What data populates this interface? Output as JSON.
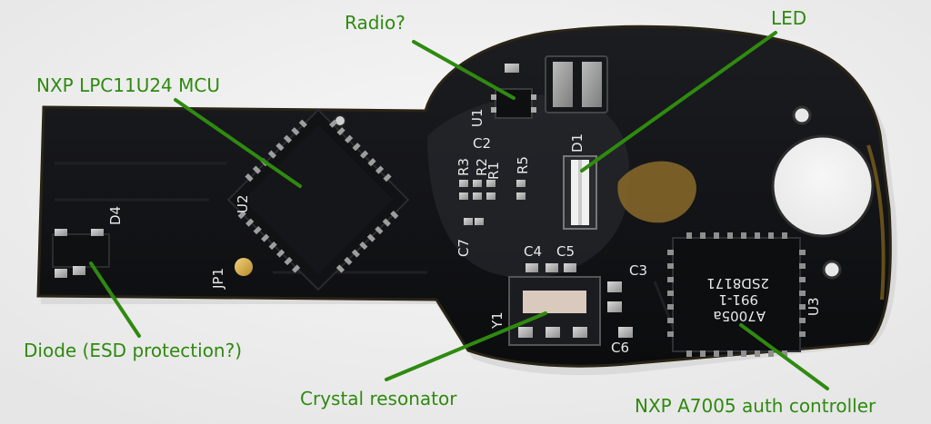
{
  "annotations": {
    "radio": "Radio?",
    "led": "LED",
    "mcu": "NXP LPC11U24 MCU",
    "diode": "Diode (ESD protection?)",
    "crystal": "Crystal resonator",
    "auth": "NXP A7005 auth controller"
  },
  "silkscreen": {
    "u1": "U1",
    "u2": "U2",
    "u3": "U3",
    "c2": "C2",
    "c3": "C3",
    "c4": "C4",
    "c5": "C5",
    "c6": "C6",
    "c7": "C7",
    "r1": "R1",
    "r2": "R2",
    "r3": "R3",
    "r5": "R5",
    "d1": "D1",
    "d4": "D4",
    "y1": "Y1",
    "jp1": "JP1"
  },
  "chip_markings": {
    "auth_line1": "A7005a",
    "auth_line2": "991-1",
    "auth_line3": "2SD8171"
  },
  "colors": {
    "annotation": "#2f8a10",
    "pcb": "#121316",
    "background": "#f2f2f2"
  }
}
